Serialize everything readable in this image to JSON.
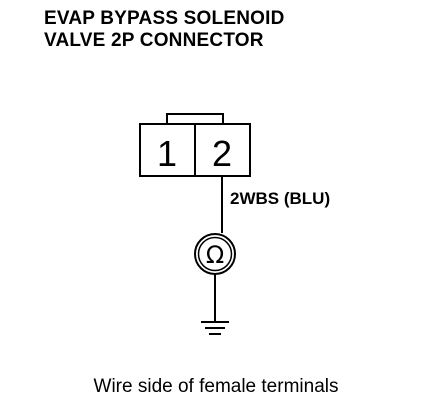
{
  "title": {
    "line1": "EVAP BYPASS SOLENOID",
    "line2": "VALVE 2P CONNECTOR"
  },
  "connector": {
    "pins": [
      {
        "number": "1"
      },
      {
        "number": "2"
      }
    ]
  },
  "wire": {
    "label": "2WBS (BLU)"
  },
  "meter": {
    "symbol": "Ω",
    "icon": "ohmmeter-icon"
  },
  "ground": {
    "icon": "ground-icon"
  },
  "caption": "Wire side of female terminals"
}
